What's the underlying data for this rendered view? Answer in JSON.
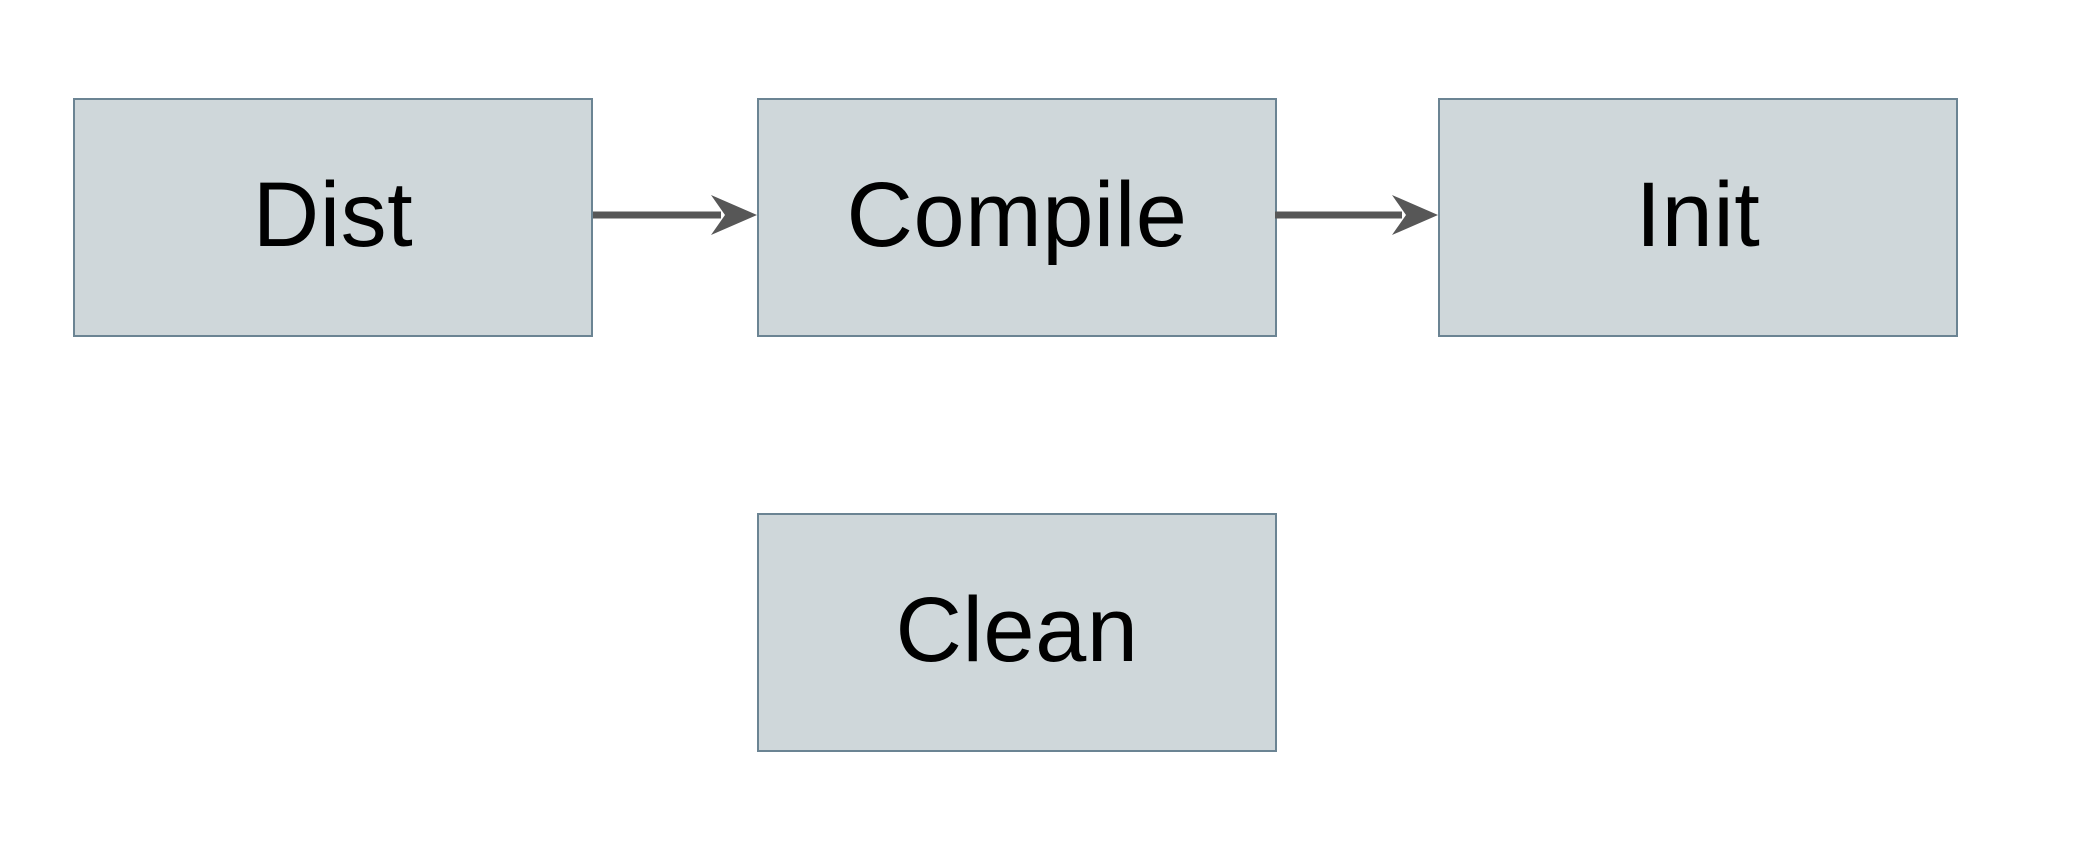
{
  "diagram": {
    "background_color": "#ffffff",
    "node_fill_color": "#cfd7da",
    "node_border_color": "#6b8493",
    "arrow_color": "#575757",
    "text_color": "#000000",
    "nodes": [
      {
        "id": "dist",
        "label": "Dist"
      },
      {
        "id": "compile",
        "label": "Compile"
      },
      {
        "id": "init",
        "label": "Init"
      },
      {
        "id": "clean",
        "label": "Clean"
      }
    ],
    "edges": [
      {
        "from": "Dist",
        "to": "Compile"
      },
      {
        "from": "Compile",
        "to": "Init"
      }
    ]
  }
}
